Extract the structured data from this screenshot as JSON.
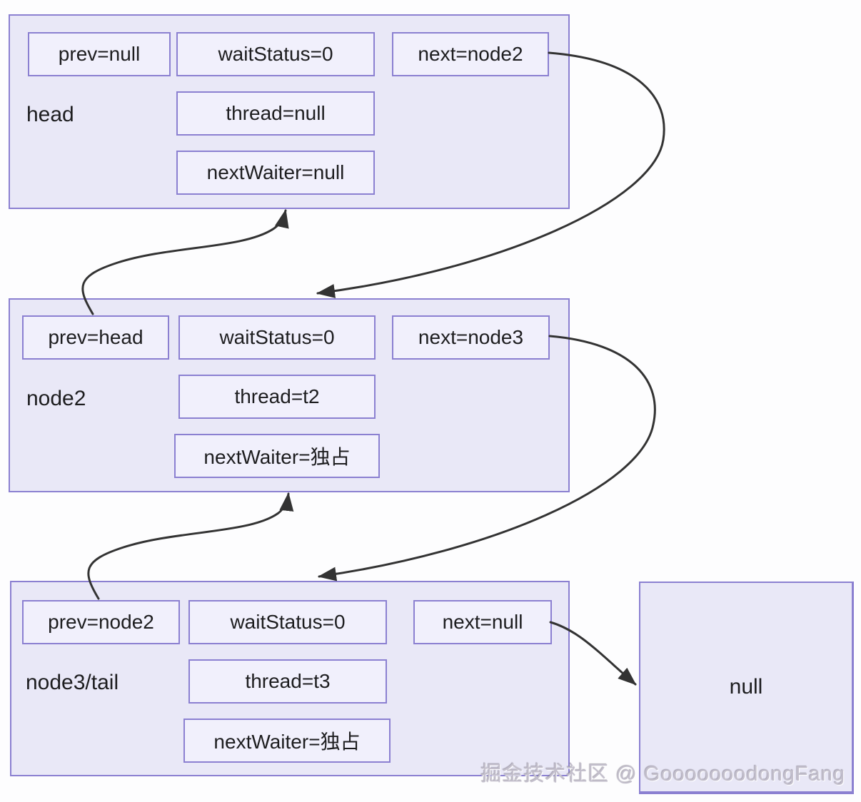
{
  "diagram": {
    "title_hint": "AQS wait queue linked-list diagram",
    "colors": {
      "node_fill": "#e9e8f7",
      "field_fill": "#f1f0fc",
      "border": "#8b80d1",
      "arrow": "#333333",
      "text": "#1d1d1f",
      "watermark": "#c3bfcc"
    },
    "nodes": [
      {
        "label": "head",
        "prev": "prev=null",
        "waitStatus": "waitStatus=0",
        "next": "next=node2",
        "thread": "thread=null",
        "nextWaiter": "nextWaiter=null"
      },
      {
        "label": "node2",
        "prev": "prev=head",
        "waitStatus": "waitStatus=0",
        "next": "next=node3",
        "thread": "thread=t2",
        "nextWaiter": "nextWaiter=独占"
      },
      {
        "label": "node3/tail",
        "prev": "prev=node2",
        "waitStatus": "waitStatus=0",
        "next": "next=null",
        "thread": "thread=t3",
        "nextWaiter": "nextWaiter=独占"
      }
    ],
    "null_box_label": "null",
    "watermark": "掘金技术社区 @ GooooooodongFang"
  }
}
